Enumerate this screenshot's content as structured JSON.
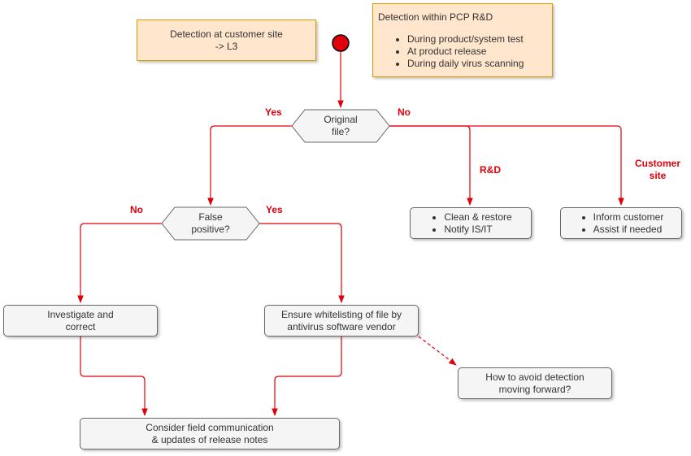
{
  "notes": {
    "customer_site": {
      "line1": "Detection at customer site",
      "line2": "-> L3"
    },
    "pcp_rd": {
      "title": "Detection within PCP R&D",
      "items": [
        "During product/system test",
        "At product release",
        "During daily virus scanning"
      ]
    }
  },
  "decisions": {
    "original_file": {
      "line1": "Original",
      "line2": "file?"
    },
    "false_positive": {
      "line1": "False",
      "line2": "positive?"
    }
  },
  "edge_labels": {
    "original_yes": "Yes",
    "original_no": "No",
    "rd": "R&D",
    "customer_site_line1": "Customer",
    "customer_site_line2": "site",
    "fp_no": "No",
    "fp_yes": "Yes"
  },
  "actions": {
    "clean_restore": [
      "Clean & restore",
      "Notify IS/IT"
    ],
    "inform_customer": [
      "Inform customer",
      "Assist if needed"
    ],
    "investigate": {
      "line1": "Investigate and",
      "line2": "correct"
    },
    "whitelisting": {
      "line1": "Ensure whitelisting of file by",
      "line2": "antivirus software vendor"
    },
    "avoid_detection": {
      "line1": "How to avoid detection",
      "line2": "moving forward?"
    },
    "field_communication": {
      "line1": "Consider field communication",
      "line2": "& updates of release notes"
    }
  },
  "colors": {
    "connector": "#e0000b",
    "start_fill": "#e0000b",
    "note_fill": "#ffe6cc",
    "note_border": "#d79b00",
    "process_fill": "#f5f5f5",
    "process_border": "#666666"
  }
}
